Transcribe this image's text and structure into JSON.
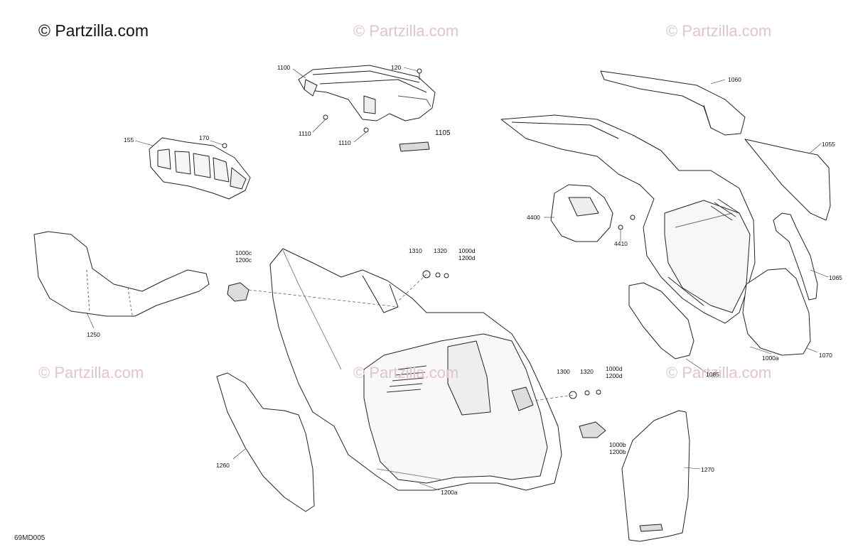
{
  "brand": "© Partzilla.com",
  "watermark": "© Partzilla.com",
  "diagram_code": "69MD005",
  "labels": {
    "l1100": "1100",
    "l120": "120",
    "l1110a": "1110",
    "l1110b": "1110",
    "l1105": "1105",
    "l155": "155",
    "l170": "170",
    "l1060": "1060",
    "l1055": "1055",
    "l4400": "4400",
    "l4410": "4410",
    "l1065": "1065",
    "l1250": "1250",
    "l1000c": "1000c",
    "l1200c": "1200c",
    "l1310": "1310",
    "l1320a": "1320",
    "l1000d_a": "1000d",
    "l1200d_a": "1200d",
    "l1300": "1300",
    "l1320b": "1320",
    "l1000d_b": "1000d",
    "l1200d_b": "1200d",
    "l1000b": "1000b",
    "l1200b": "1200b",
    "l1260": "1260",
    "l1200a": "1200a",
    "l1270": "1270",
    "l1000a": "1000a",
    "l1070": "1070",
    "l1085": "1085"
  }
}
